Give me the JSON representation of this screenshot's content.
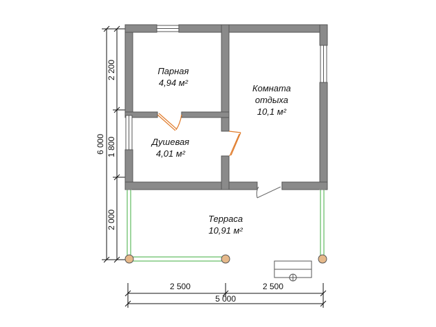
{
  "rooms": [
    {
      "name": "Парная",
      "area": "4,94 м²"
    },
    {
      "name_line1": "Комната",
      "name_line2": "отдыха",
      "area": "10,1 м²"
    },
    {
      "name": "Душевая",
      "area": "4,01 м²"
    },
    {
      "name": "Терраса",
      "area": "10,91 м²"
    }
  ],
  "dimensions": {
    "left_total": "6 000",
    "left_top": "2 200",
    "left_mid": "1 800",
    "left_bottom": "2 000",
    "bottom_left": "2 500",
    "bottom_right": "2 500",
    "bottom_total": "5 000"
  },
  "colors": {
    "wall": "#8a8a8a",
    "wall_stroke": "#555555",
    "door": "#e07b2a",
    "railing": "#3fae3f",
    "post": "#e6b98a"
  }
}
